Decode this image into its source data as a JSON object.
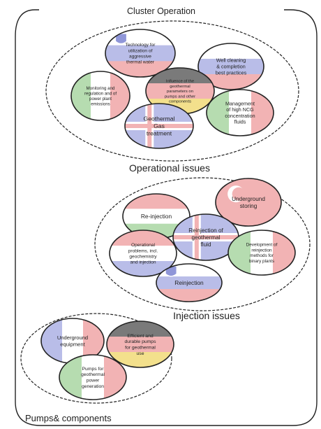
{
  "title": "Cluster Operation",
  "groups": [
    {
      "id": "operational",
      "label": "Operational issues",
      "bubbles": [
        {
          "id": "tech-aggressive-water",
          "flag": "slovenia",
          "lines": [
            "Technology for",
            "utilization of",
            "aggressive",
            "thermal water"
          ]
        },
        {
          "id": "well-cleaning",
          "flag": "russia",
          "lines": [
            "Well cleaning",
            "& completion",
            "best practices"
          ]
        },
        {
          "id": "monitoring",
          "flag": "italy",
          "lines": [
            "Monitoring and",
            "regulation and of",
            "power plant",
            "emissions"
          ]
        },
        {
          "id": "influence-parameters",
          "flag": "germany",
          "lines": [
            "Influence of the",
            "geothermal",
            "parameters on",
            "pumps and other",
            "components"
          ]
        },
        {
          "id": "ncg-fluids",
          "flag": "italy",
          "lines": [
            "Management",
            "of high NCG",
            "concentration",
            "fluids"
          ]
        },
        {
          "id": "gas-treatment",
          "flag": "iceland",
          "lines": [
            "Geothermal",
            "Gas",
            "treatment"
          ]
        }
      ]
    },
    {
      "id": "injection",
      "label": "Injection issues",
      "bubbles": [
        {
          "id": "re-injection",
          "flag": "hungary",
          "lines": [
            "Re-injection"
          ]
        },
        {
          "id": "underground-storing",
          "flag": "turkey",
          "lines": [
            "Underground",
            "storing"
          ]
        },
        {
          "id": "operational-problems",
          "flag": "netherlands",
          "lines": [
            "Operational",
            "problems, incl.",
            "geochemistry",
            "and injection"
          ]
        },
        {
          "id": "reinjection-fluid",
          "flag": "iceland",
          "lines": [
            "Reinjection of",
            "geothermal",
            "fluid"
          ]
        },
        {
          "id": "reinjection-binary",
          "flag": "italy",
          "lines": [
            "Development of",
            "reinjection",
            "methods for",
            "binary plants"
          ]
        },
        {
          "id": "reinjection",
          "flag": "slovenia",
          "lines": [
            "Reinjection"
          ]
        }
      ]
    },
    {
      "id": "pumps",
      "label": "Pumps& components",
      "bubbles": [
        {
          "id": "underground-equipment",
          "flag": "france",
          "lines": [
            "Underground",
            "equipment"
          ]
        },
        {
          "id": "efficient-pumps",
          "flag": "germany",
          "lines": [
            "Efficient and",
            "durable pumps",
            "for geothermal",
            "use"
          ]
        },
        {
          "id": "pumps-power",
          "flag": "italy",
          "lines": [
            "Pumps for",
            "geothermal",
            "power",
            "generation"
          ]
        }
      ]
    }
  ],
  "colors": {
    "red": "#f2b3b4",
    "white": "#ffffff",
    "blue": "#b9bde8",
    "green": "#b6dcb0",
    "black": "#7a7a7a",
    "gold": "#f3e08c",
    "outline": "#222222"
  }
}
